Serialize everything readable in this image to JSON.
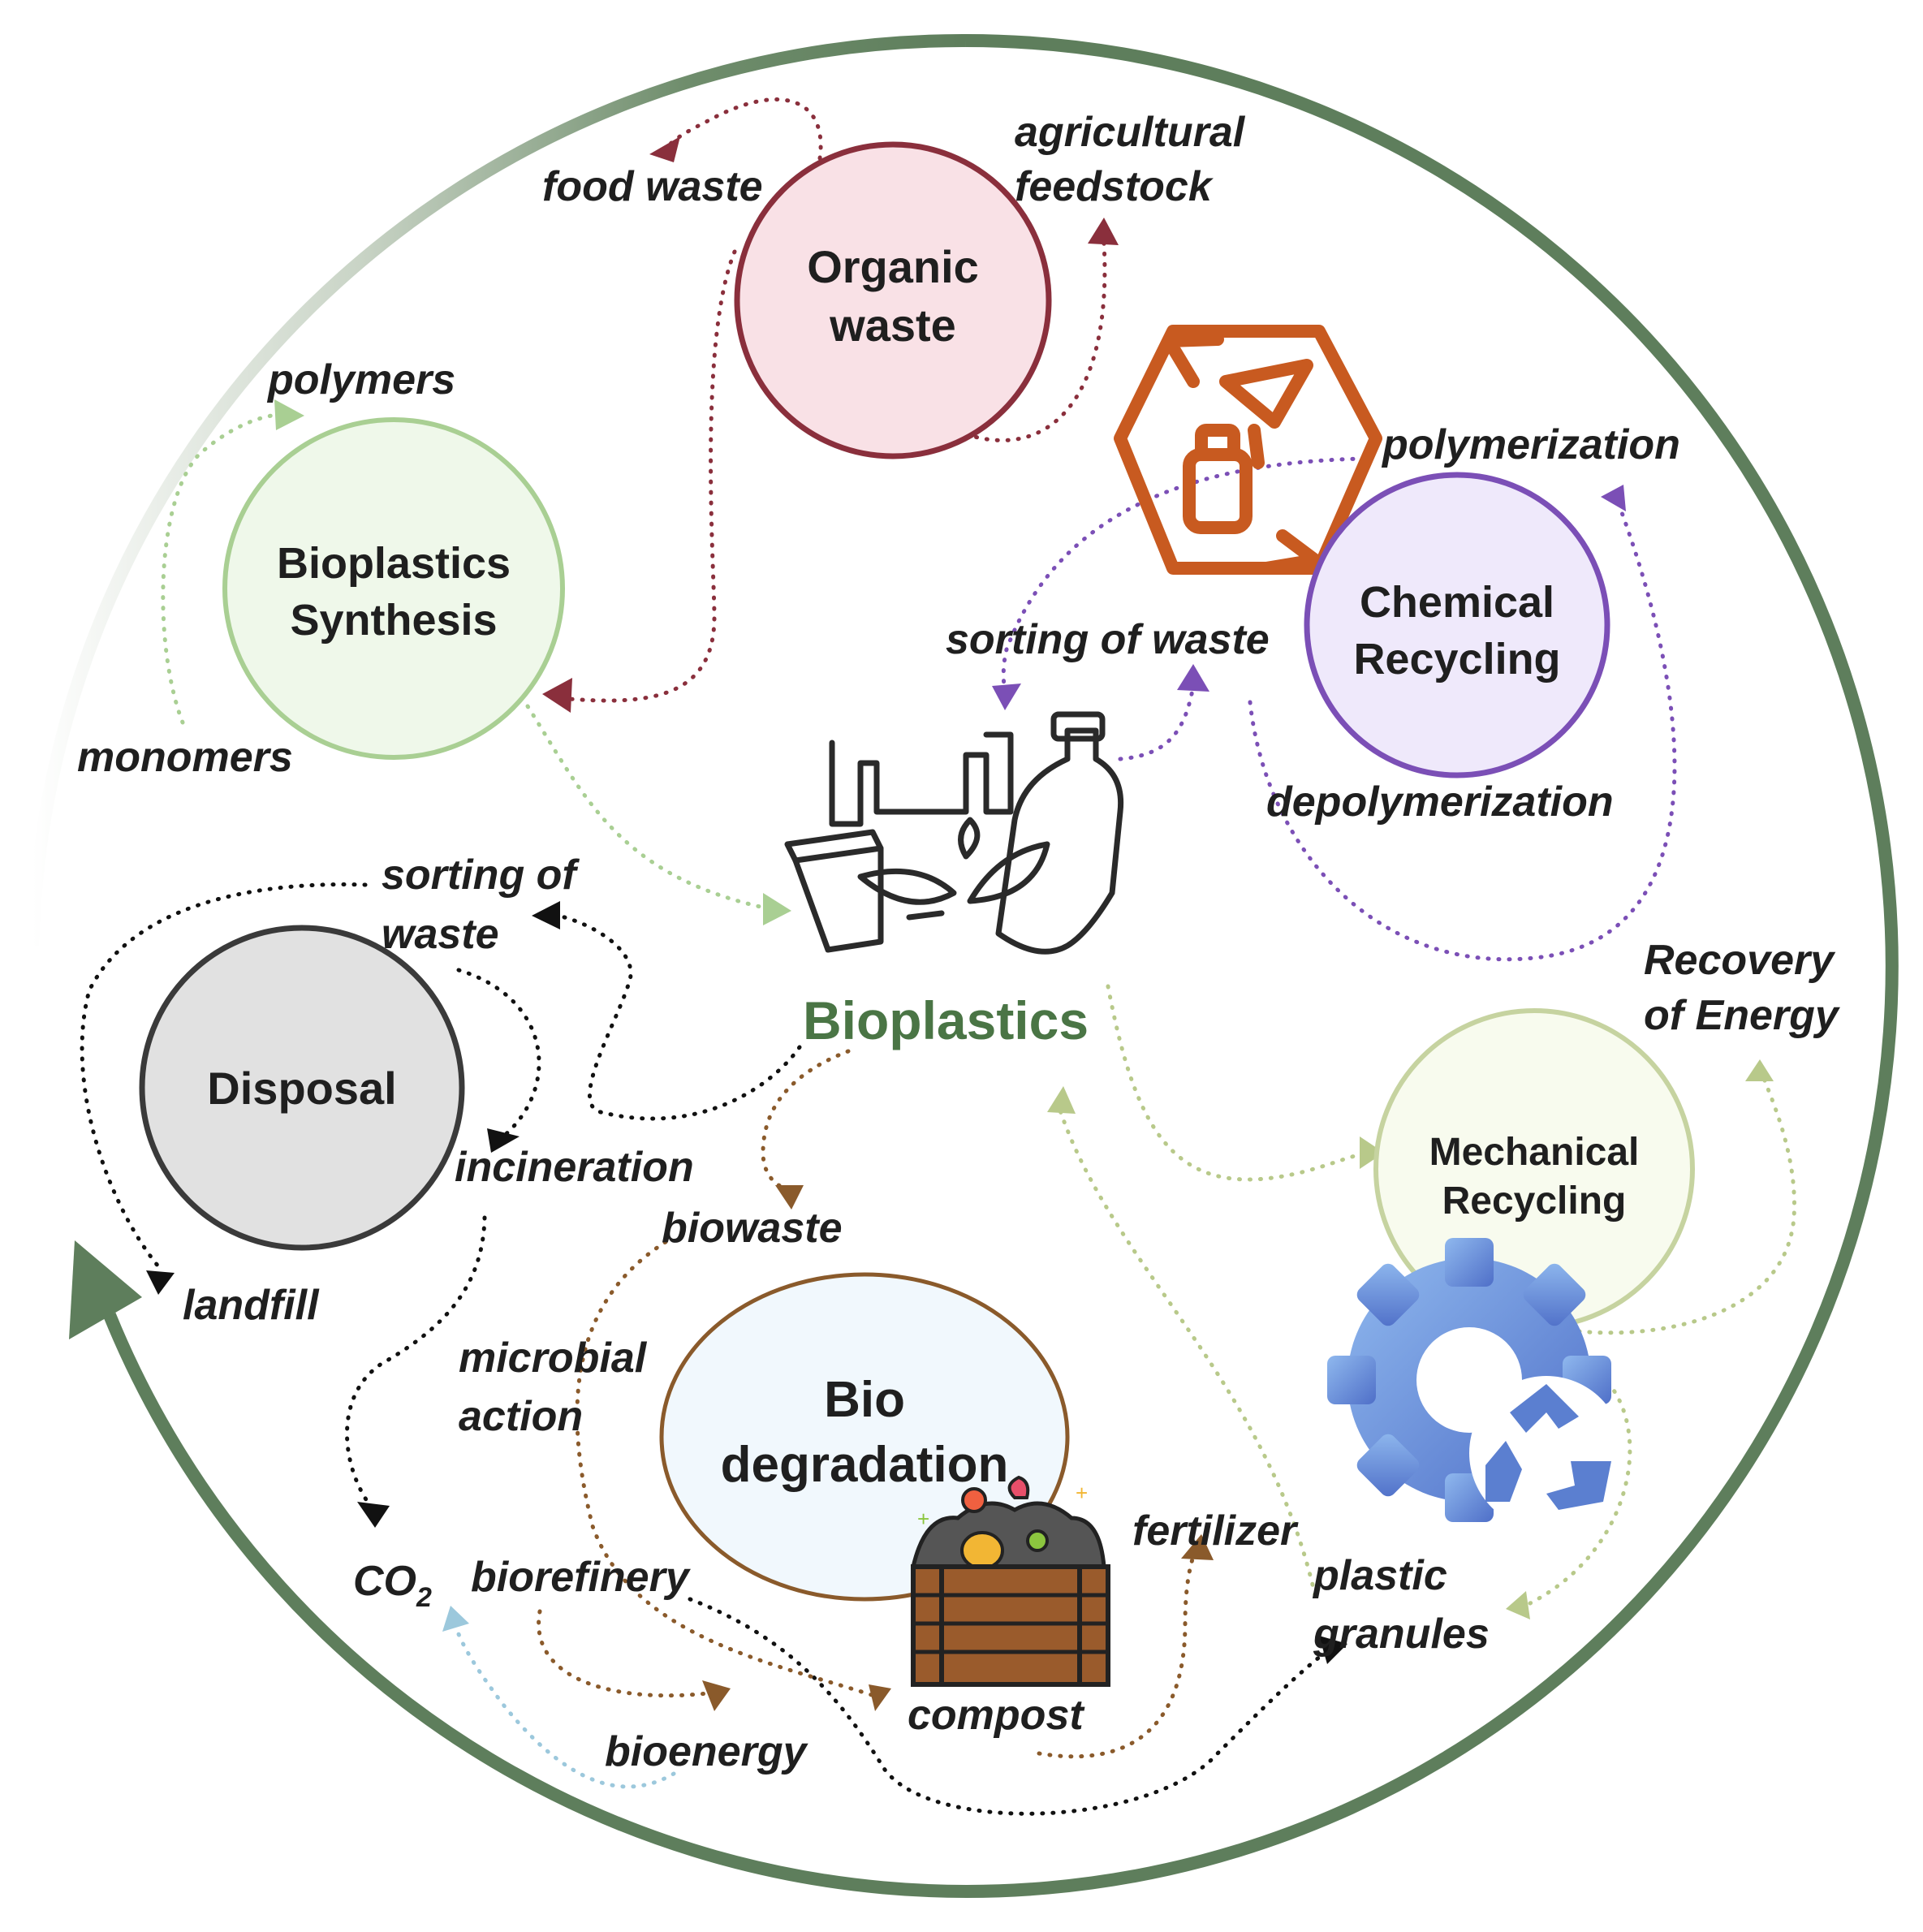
{
  "colors": {
    "outer_ring": "#5e7e5c",
    "organic": "#8a2f3c",
    "synthesis": "#a9cf93",
    "chemical": "#7b4fb6",
    "mechanical": "#b8c98a",
    "disposal": "#111111",
    "bio": "#8a5a2b",
    "co2": "#9cc8dc",
    "bioplastics_title": "#4a7545"
  },
  "nodes": {
    "organic": [
      "Organic",
      "waste"
    ],
    "synthesis": [
      "Bioplastics",
      "Synthesis"
    ],
    "chemical": [
      "Chemical",
      "Recycling"
    ],
    "mechanical": [
      "Mechanical",
      "Recycling"
    ],
    "disposal": [
      "Disposal"
    ],
    "biodegradation": [
      "Bio",
      "degradation"
    ]
  },
  "center": {
    "title": "Bioplastics",
    "icon": "bioplastic-bag-bottle-cup-leaf-icon"
  },
  "labels": {
    "food_waste": "food waste",
    "agricultural": [
      "agricultural",
      "feedstock"
    ],
    "polymers": "polymers",
    "monomers": "monomers",
    "polymerization": "polymerization",
    "sorting_chem": "sorting of waste",
    "depolymerization": "depolymerization",
    "recovery": [
      "Recovery",
      "of Energy"
    ],
    "sorting_disp": [
      "sorting of",
      "waste"
    ],
    "incineration": "incineration",
    "landfill": "landfill",
    "biowaste": "biowaste",
    "microbial": [
      "microbial",
      "action"
    ],
    "co2_main": "CO",
    "co2_sub": "2",
    "biorefinery": "biorefinery",
    "bioenergy": "bioenergy",
    "compost": "compost",
    "fertilizer": "fertilizer",
    "plastic_granules": [
      "plastic",
      "granules"
    ]
  },
  "icons": [
    "recycle-hexagon-icon",
    "gear-recycle-icon",
    "compost-bin-icon"
  ]
}
